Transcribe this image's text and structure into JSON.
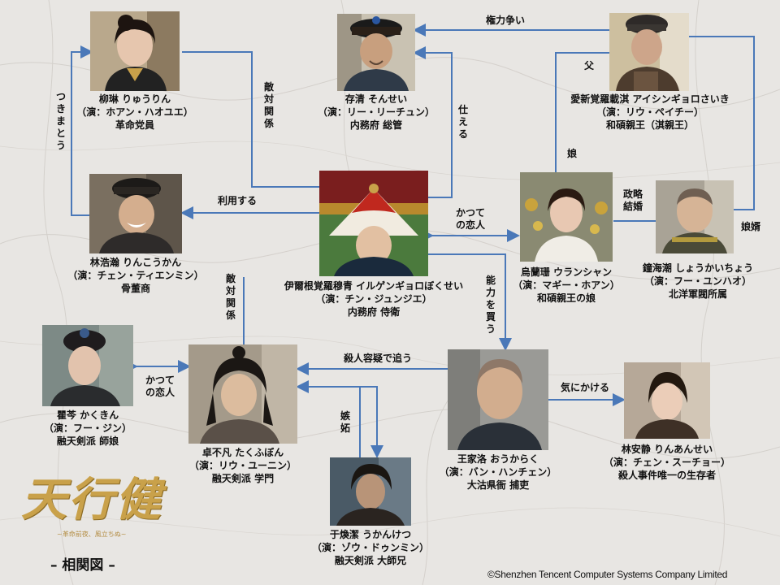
{
  "title": "– 相関図 –",
  "logo": {
    "main": "天行健",
    "sub": "~革命前夜、風立ちぬ~"
  },
  "copyright": "©Shenzhen Tencent Computer Systems Company Limited",
  "characters": {
    "liulin": {
      "name": "柳琳 りゅうりん",
      "cast": "（演：ホアン・ハオユエ）",
      "role": "革命党員"
    },
    "cunqing": {
      "name": "存清 そんせい",
      "cast": "（演：リー・リーチュン）",
      "role": "内務府 総管"
    },
    "aixin": {
      "name": "愛新覚羅載淇 アイシンギョロさいき",
      "cast": "（演：リウ・ペイチー）",
      "role": "和碩親王（淇親王）"
    },
    "linhaohan": {
      "name": "林浩瀚 りんこうかん",
      "cast": "（演：チェン・ティエンミン）",
      "role": "骨董商"
    },
    "yirgen": {
      "name": "伊爾根覚羅穆青 イルゲンギョロぼくせい",
      "cast": "（演：チン・ジュンジエ）",
      "role": "内務府 侍衛"
    },
    "wulanshan": {
      "name": "烏蘭珊 ウランシャン",
      "cast": "（演：マギー・ホアン）",
      "role": "和碩親王の娘"
    },
    "zhonghaichao": {
      "name": "鐘海潮 しょうかいちょう",
      "cast": "（演：フー・ユンハオ）",
      "role": "北洋軍閥所属"
    },
    "quqin": {
      "name": "瞿芩 かくきん",
      "cast": "（演：フー・ジン）",
      "role": "融天剣派 師娘"
    },
    "zhuobufan": {
      "name": "卓不凡 たくふぼん",
      "cast": "（演：リウ・ユーニン）",
      "role": "融天剣派 学門"
    },
    "wangjialuo": {
      "name": "王家洛 おうからく",
      "cast": "（演：バン・ハンチェン）",
      "role": "大沽県衙 捕吏"
    },
    "linanjing": {
      "name": "林安静 りんあんせい",
      "cast": "（演：チェン・スーチョー）",
      "role": "殺人事件唯一の生存者"
    },
    "yuhuanjie": {
      "name": "于煥潔 うかんけつ",
      "cast": "（演：ゾウ・ドゥンミン）",
      "role": "融天剣派 大師兄"
    }
  },
  "relations": {
    "power_struggle": "権力争い",
    "enemy_top": "敵対関係",
    "serve": "仕える",
    "father": "父",
    "stalker": "つきまとう",
    "use": "利用する",
    "former_lovers_top": "かつての恋人",
    "daughter": "娘",
    "political_marriage": "政略結婚",
    "son_in_law": "娘婿",
    "enemy_bottom": "敵対関係",
    "buy_ability": "能力を買う",
    "murder_chase": "殺人容疑で追う",
    "former_lovers_bottom": "かつての恋人",
    "jealousy": "嫉妬",
    "care": "気にかける"
  }
}
